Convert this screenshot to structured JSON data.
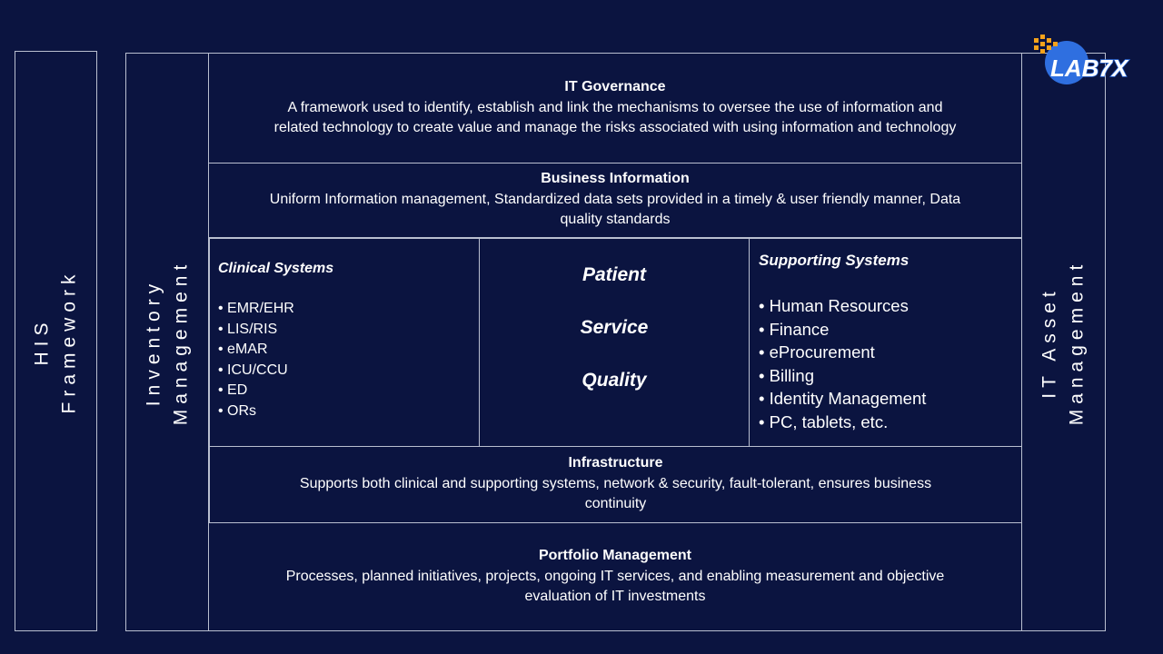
{
  "left_labels": {
    "his_line1": "HIS",
    "his_line2": "Framework",
    "inventory_line1": "Inventory",
    "inventory_line2": "Management"
  },
  "right_label": {
    "line1": "IT Asset",
    "line2": "Management"
  },
  "it_governance": {
    "title": "IT Governance",
    "line1": "A framework used to identify, establish and link the mechanisms to oversee the use of information and",
    "line2": "related technology to create value and manage the risks associated with using information and technology"
  },
  "business_information": {
    "title": "Business Information",
    "line1": "Uniform Information management,  Standardized data sets provided in a timely & user friendly manner, Data",
    "line2": "quality standards"
  },
  "clinical_systems": {
    "title": "Clinical Systems",
    "items": [
      "EMR/EHR",
      "LIS/RIS",
      "eMAR",
      "ICU/CCU",
      "ED",
      "ORs"
    ]
  },
  "center": {
    "words": [
      "Patient",
      "Service",
      "Quality"
    ]
  },
  "supporting_systems": {
    "title": "Supporting Systems",
    "items": [
      "Human Resources",
      "Finance",
      "eProcurement",
      "Billing",
      "Identity Management",
      "PC, tablets, etc."
    ]
  },
  "infrastructure": {
    "title": "Infrastructure",
    "line1": "Supports both clinical and supporting systems, network & security, fault-tolerant, ensures business",
    "line2": "continuity"
  },
  "portfolio_management": {
    "title": "Portfolio Management",
    "line1": "Processes, planned initiatives, projects, ongoing IT services, and enabling measurement and objective",
    "line2": "evaluation of IT investments"
  },
  "logo": {
    "text": "LAB7X",
    "colors": {
      "blue": "#2f6fe0",
      "orange": "#f5a21b",
      "white": "#ffffff"
    }
  }
}
